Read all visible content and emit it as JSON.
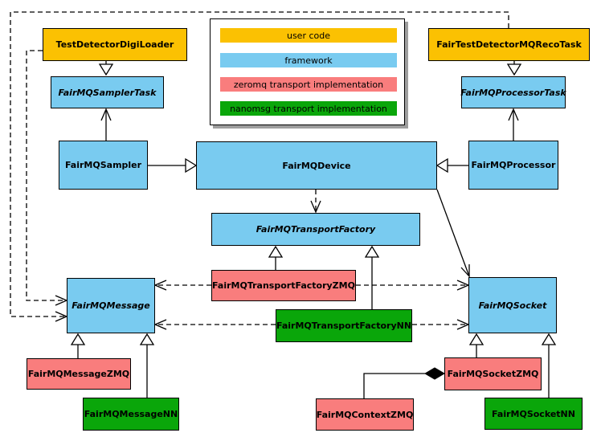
{
  "colors": {
    "user-code": "#FBC102",
    "framework": "#79CBF0",
    "zeromq": "#F97D7D",
    "nanomsg": "#0AA60A",
    "line": "#000000"
  },
  "legend": {
    "items": [
      {
        "label": "user code",
        "color_key": "user-code"
      },
      {
        "label": "framework",
        "color_key": "framework"
      },
      {
        "label": "zeromq transport implementation",
        "color_key": "zeromq"
      },
      {
        "label": "nanomsg transport implementation",
        "color_key": "nanomsg"
      }
    ]
  },
  "nodes": {
    "TestDetectorDigiLoader": {
      "label": "TestDetectorDigiLoader",
      "category": "user-code",
      "abstract": false
    },
    "FairTestDetectorMQRecoTask": {
      "label": "FairTestDetectorMQRecoTask",
      "category": "user-code",
      "abstract": false
    },
    "FairMQSamplerTask": {
      "label": "FairMQSamplerTask",
      "category": "framework",
      "abstract": true
    },
    "FairMQProcessorTask": {
      "label": "FairMQProcessorTask",
      "category": "framework",
      "abstract": true
    },
    "FairMQSampler": {
      "label": "FairMQSampler",
      "category": "framework",
      "abstract": false
    },
    "FairMQDevice": {
      "label": "FairMQDevice",
      "category": "framework",
      "abstract": false
    },
    "FairMQProcessor": {
      "label": "FairMQProcessor",
      "category": "framework",
      "abstract": false
    },
    "FairMQTransportFactory": {
      "label": "FairMQTransportFactory",
      "category": "framework",
      "abstract": true
    },
    "FairMQTransportFactoryZMQ": {
      "label": "FairMQTransportFactoryZMQ",
      "category": "zeromq",
      "abstract": false
    },
    "FairMQTransportFactoryNN": {
      "label": "FairMQTransportFactoryNN",
      "category": "nanomsg",
      "abstract": false
    },
    "FairMQMessage": {
      "label": "FairMQMessage",
      "category": "framework",
      "abstract": true
    },
    "FairMQSocket": {
      "label": "FairMQSocket",
      "category": "framework",
      "abstract": true
    },
    "FairMQMessageZMQ": {
      "label": "FairMQMessageZMQ",
      "category": "zeromq",
      "abstract": false
    },
    "FairMQMessageNN": {
      "label": "FairMQMessageNN",
      "category": "nanomsg",
      "abstract": false
    },
    "FairMQContextZMQ": {
      "label": "FairMQContextZMQ",
      "category": "zeromq",
      "abstract": false
    },
    "FairMQSocketZMQ": {
      "label": "FairMQSocketZMQ",
      "category": "zeromq",
      "abstract": false
    },
    "FairMQSocketNN": {
      "label": "FairMQSocketNN",
      "category": "nanomsg",
      "abstract": false
    }
  },
  "edges": [
    {
      "from": "TestDetectorDigiLoader",
      "to": "FairMQSamplerTask",
      "type": "generalization",
      "line": "solid"
    },
    {
      "from": "FairTestDetectorMQRecoTask",
      "to": "FairMQProcessorTask",
      "type": "generalization",
      "line": "solid"
    },
    {
      "from": "FairMQSampler",
      "to": "FairMQDevice",
      "type": "generalization",
      "line": "solid"
    },
    {
      "from": "FairMQProcessor",
      "to": "FairMQDevice",
      "type": "generalization",
      "line": "solid"
    },
    {
      "from": "FairMQTransportFactoryZMQ",
      "to": "FairMQTransportFactory",
      "type": "generalization",
      "line": "solid"
    },
    {
      "from": "FairMQTransportFactoryNN",
      "to": "FairMQTransportFactory",
      "type": "generalization",
      "line": "solid"
    },
    {
      "from": "FairMQMessageZMQ",
      "to": "FairMQMessage",
      "type": "generalization",
      "line": "solid"
    },
    {
      "from": "FairMQMessageNN",
      "to": "FairMQMessage",
      "type": "generalization",
      "line": "solid"
    },
    {
      "from": "FairMQSocketZMQ",
      "to": "FairMQSocket",
      "type": "generalization",
      "line": "solid"
    },
    {
      "from": "FairMQSocketNN",
      "to": "FairMQSocket",
      "type": "generalization",
      "line": "solid"
    },
    {
      "from": "FairMQSampler",
      "to": "FairMQSamplerTask",
      "type": "association",
      "line": "solid"
    },
    {
      "from": "FairMQProcessor",
      "to": "FairMQProcessorTask",
      "type": "association",
      "line": "solid"
    },
    {
      "from": "FairMQDevice",
      "to": "FairMQTransportFactory",
      "type": "dependency",
      "line": "dashed"
    },
    {
      "from": "FairMQDevice",
      "to": "FairMQSocket",
      "type": "association",
      "line": "solid"
    },
    {
      "from": "TestDetectorDigiLoader",
      "to": "FairMQMessage",
      "type": "dependency",
      "line": "dashed"
    },
    {
      "from": "FairTestDetectorMQRecoTask",
      "to": "FairMQMessage",
      "type": "dependency",
      "line": "dashed"
    },
    {
      "from": "FairMQTransportFactoryZMQ",
      "to": "FairMQMessage",
      "type": "dependency",
      "line": "dashed"
    },
    {
      "from": "FairMQTransportFactoryZMQ",
      "to": "FairMQSocket",
      "type": "dependency",
      "line": "dashed"
    },
    {
      "from": "FairMQTransportFactoryNN",
      "to": "FairMQMessage",
      "type": "dependency",
      "line": "dashed"
    },
    {
      "from": "FairMQTransportFactoryNN",
      "to": "FairMQSocket",
      "type": "dependency",
      "line": "dashed"
    },
    {
      "from": "FairMQContextZMQ",
      "to": "FairMQSocketZMQ",
      "type": "composition",
      "line": "solid"
    }
  ]
}
